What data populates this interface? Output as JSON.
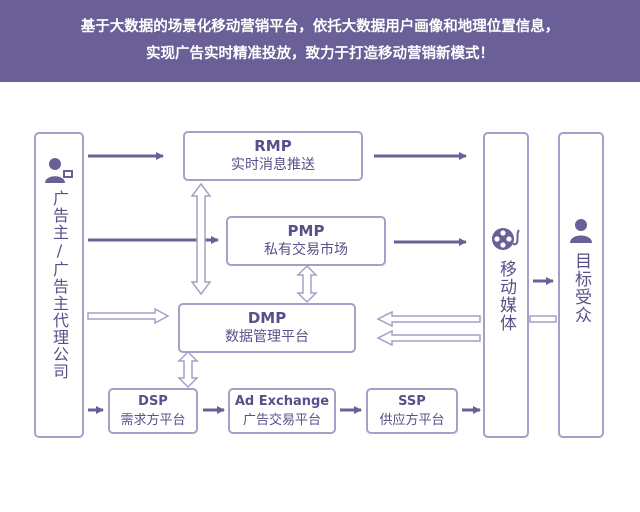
{
  "banner": {
    "line1": "基于大数据的场景化移动营销平台，依托大数据用户画像和地理位置信息，",
    "line2": "实现广告实时精准投放，致力于打造移动营销新模式！"
  },
  "nodes": {
    "advertiser": {
      "label": "广告主/广告主代理公司",
      "icon": "advertiser-person-icon"
    },
    "rmp": {
      "title": "RMP",
      "subtitle": "实时消息推送"
    },
    "pmp": {
      "title": "PMP",
      "subtitle": "私有交易市场"
    },
    "dmp": {
      "title": "DMP",
      "subtitle": "数据管理平台"
    },
    "dsp": {
      "title": "DSP",
      "subtitle": "需求方平台"
    },
    "adx": {
      "title": "Ad Exchange",
      "subtitle": "广告交易平台"
    },
    "ssp": {
      "title": "SSP",
      "subtitle": "供应方平台"
    },
    "media": {
      "label": "移动媒体",
      "icon": "film-reel-icon"
    },
    "audience": {
      "label": "目标受众",
      "icon": "person-icon"
    }
  },
  "colors": {
    "banner_bg": "#6b5f98",
    "box_border": "#a79fc7",
    "arrow": "#6b5f98",
    "text": "#5b4f8a"
  }
}
